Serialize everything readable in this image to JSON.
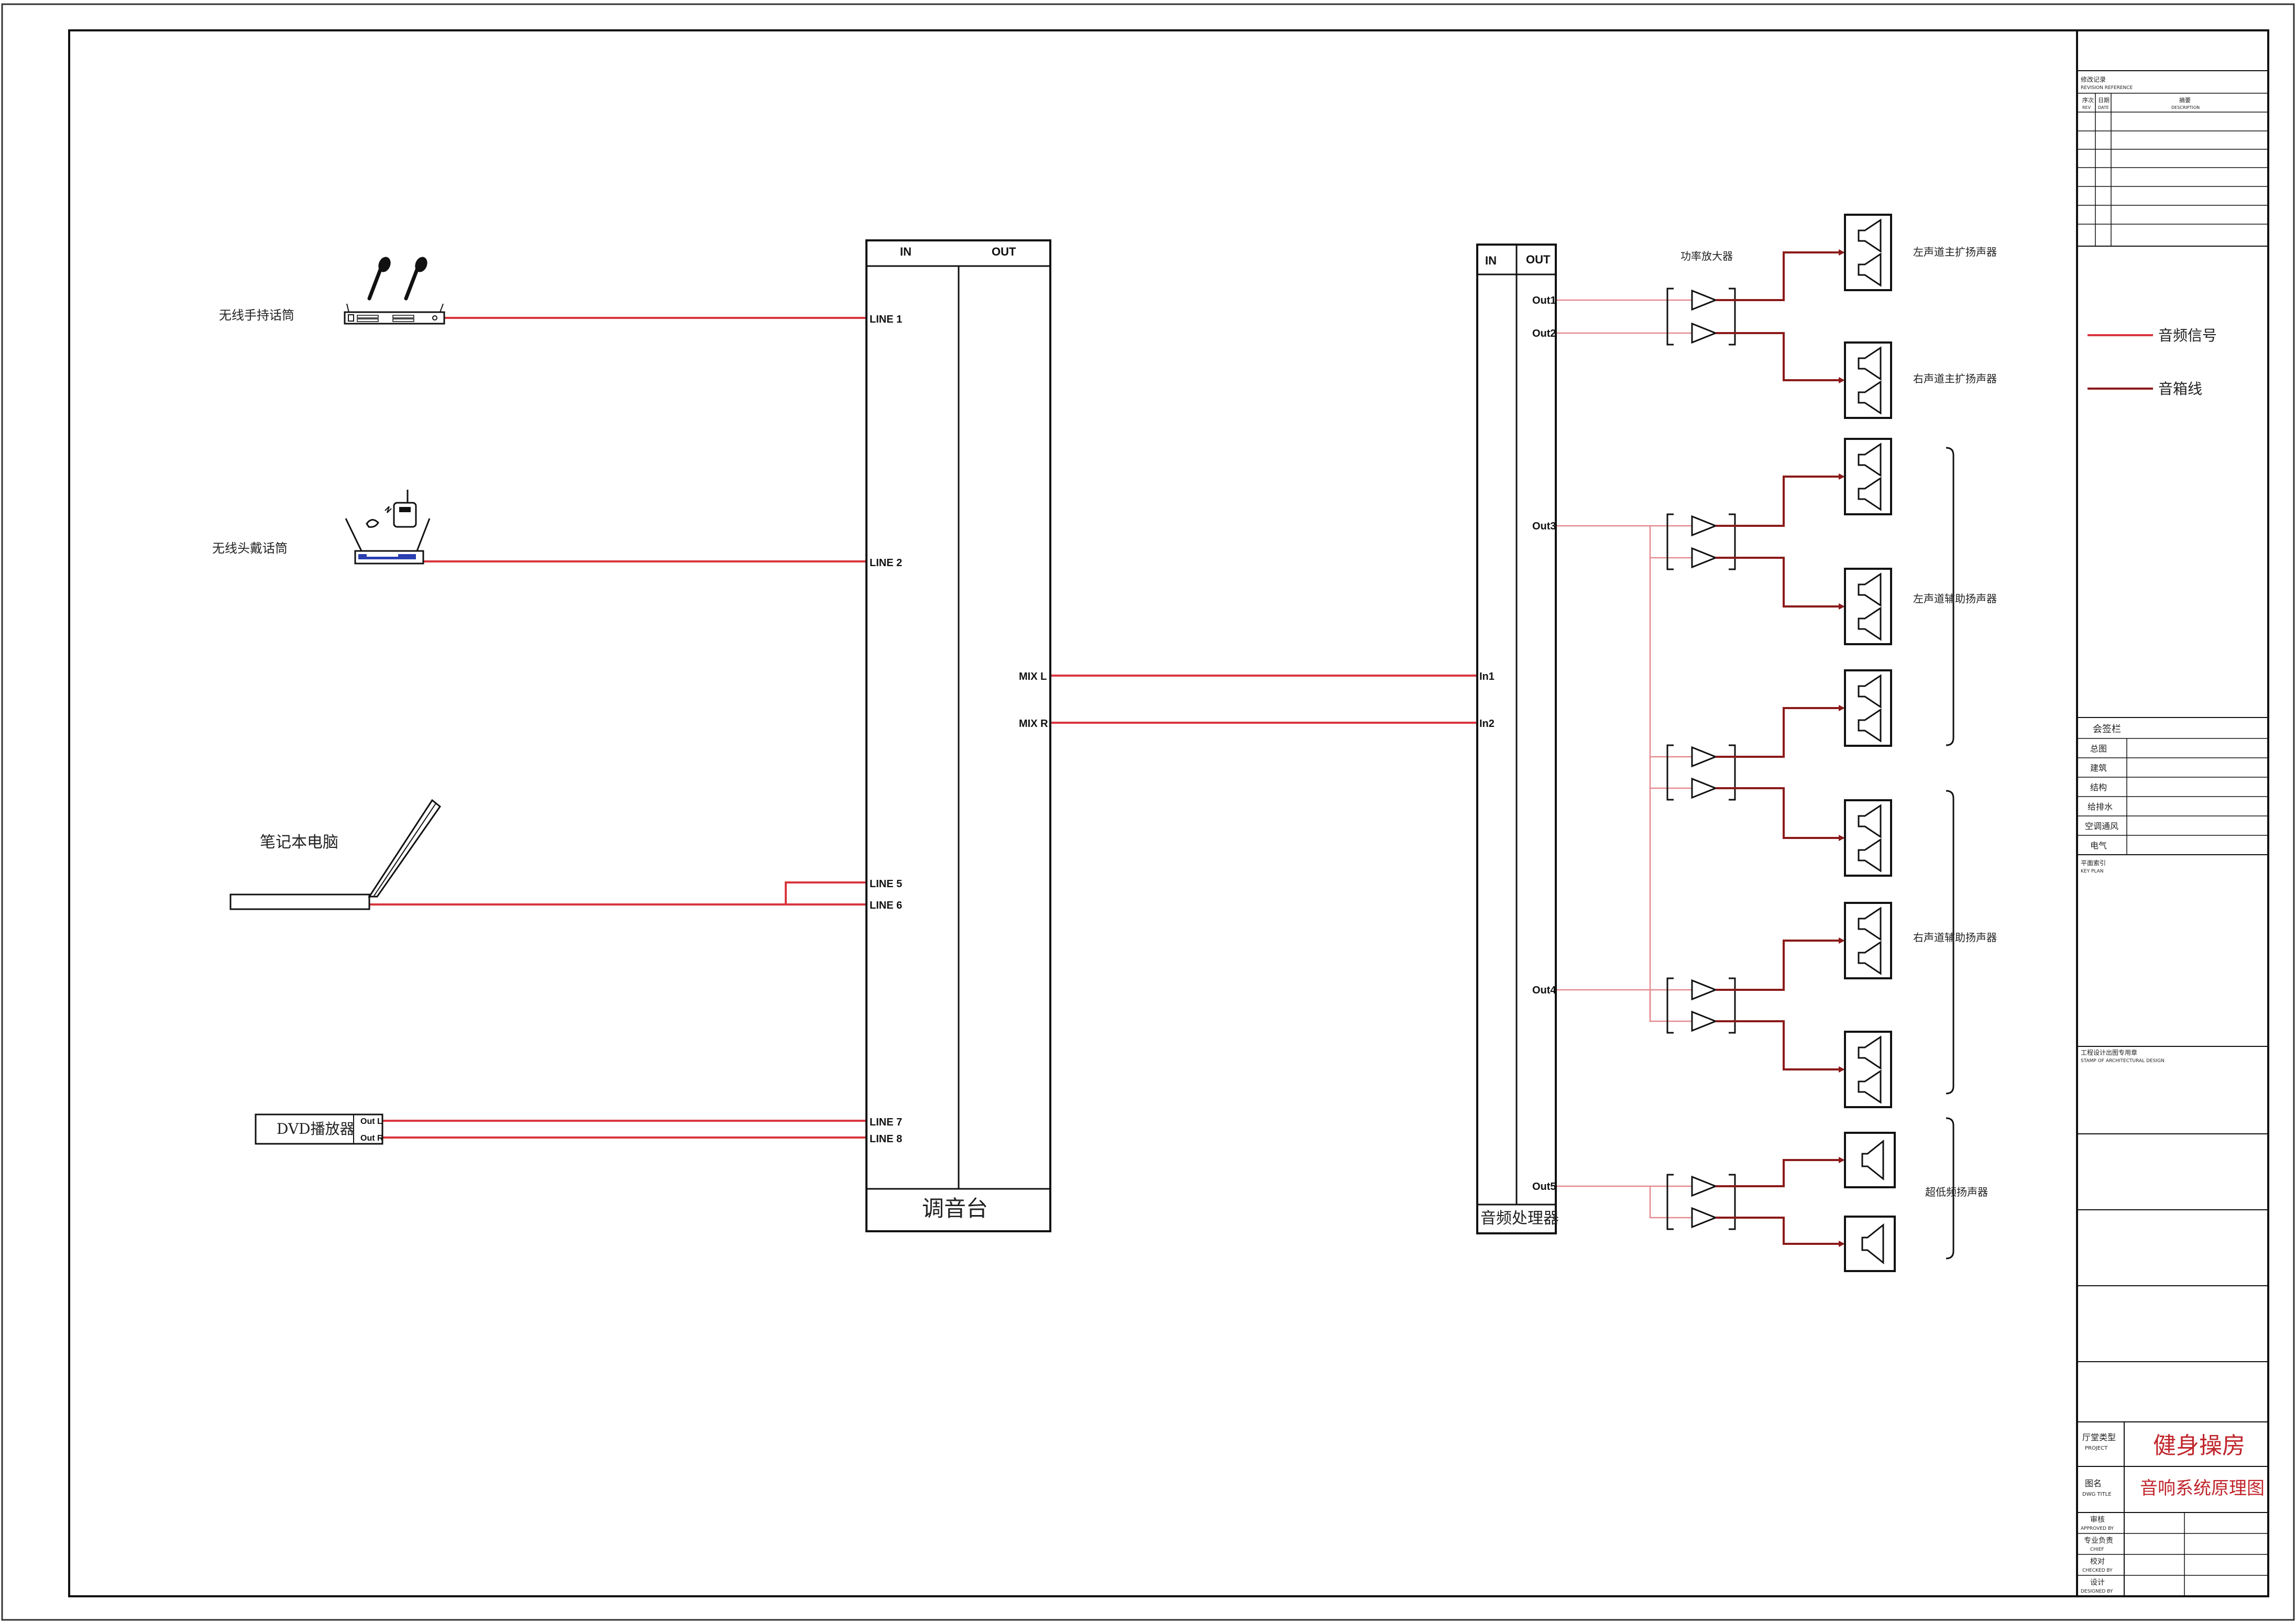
{
  "mixer": {
    "title": "调音台",
    "in_header": "IN",
    "out_header": "OUT",
    "inputs": [
      "LINE 1",
      "LINE 2",
      "LINE 5",
      "LINE 6",
      "LINE 7",
      "LINE 8"
    ],
    "outputs": [
      "MIX L",
      "MIX R"
    ]
  },
  "processor": {
    "title": "音频处理器",
    "in_header": "IN",
    "out_header": "OUT",
    "inputs": [
      "In1",
      "In2"
    ],
    "outputs": [
      "Out1",
      "Out2",
      "Out3",
      "Out4",
      "Out5"
    ]
  },
  "sources": {
    "handheld_mic": "无线手持话筒",
    "headset_mic": "无线头戴话筒",
    "laptop": "笔记本电脑",
    "dvd": "DVD播放器",
    "dvd_out_l": "Out L",
    "dvd_out_r": "Out R"
  },
  "amplifier_label": "功率放大器",
  "speaker_groups": {
    "left_main": "左声道主扩扬声器",
    "right_main": "右声道主扩扬声器",
    "left_aux": "左声道辅助扬声器",
    "right_aux": "右声道辅助扬声器",
    "subwoofer": "超低频扬声器"
  },
  "legend": {
    "audio_signal": "音频信号",
    "speaker_cable": "音箱线",
    "audio_signal_color": "#d9363e",
    "speaker_cable_color": "#8b1a1a"
  },
  "title_block": {
    "revision_header_cn": "修改记录",
    "revision_header_en": "REVISION REFERENCE",
    "rev_cols": [
      "序次",
      "日期",
      "摘要"
    ],
    "rev_cols_en": [
      "REV",
      "DATE",
      "DESCRIPTION"
    ],
    "signoff_header": "会签栏",
    "signoff_rows": [
      "总图",
      "建筑",
      "结构",
      "给排水",
      "空调通风",
      "电气"
    ],
    "key_plan_cn": "平面索引",
    "key_plan_en": "KEY PLAN",
    "stamp_cn": "工程设计出图专用章",
    "stamp_en": "STAMP OF ARCHITECTURAL DESIGN",
    "project_label_cn": "厅堂类型",
    "project_label_en": "PROJECT",
    "project_name": "健身操房",
    "drawing_label_cn": "图名",
    "drawing_label_en": "DWG TITLE",
    "drawing_title": "音响系统原理图",
    "approval_rows": [
      {
        "cn": "审核",
        "en": "APPROVED BY"
      },
      {
        "cn": "专业负责",
        "en": "CHIEF"
      },
      {
        "cn": "校对",
        "en": "CHECKED BY"
      },
      {
        "cn": "设计",
        "en": "DESIGNED BY"
      }
    ]
  }
}
